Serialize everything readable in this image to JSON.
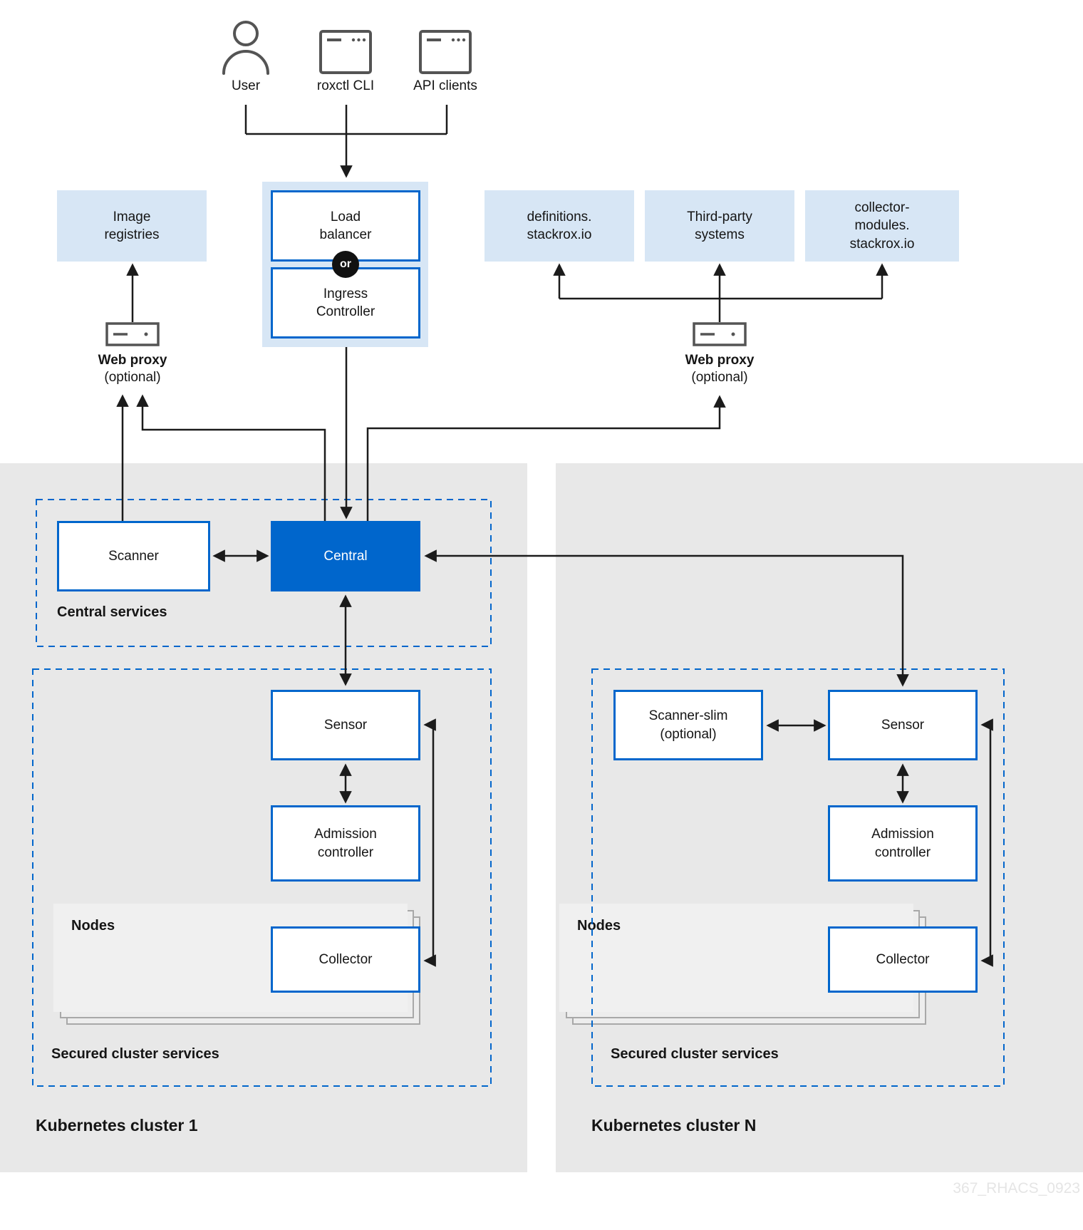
{
  "actors": {
    "user": "User",
    "roxctl": "roxctl CLI",
    "api": "API clients"
  },
  "entry": {
    "load_balancer": "Load\nbalancer",
    "or_label": "or",
    "ingress_controller": "Ingress\nController"
  },
  "external": {
    "image_registries": "Image\nregistries",
    "definitions": "definitions.\nstackrox.io",
    "third_party": "Third-party\nsystems",
    "collector_modules": "collector-\nmodules.\nstackrox.io"
  },
  "web_proxy_left": {
    "label": "Web proxy",
    "optional": "(optional)"
  },
  "web_proxy_right": {
    "label": "Web proxy",
    "optional": "(optional)"
  },
  "central_services": {
    "title": "Central services",
    "scanner": "Scanner",
    "central": "Central"
  },
  "cluster1": {
    "title": "Kubernetes cluster 1",
    "secured_title": "Secured cluster services",
    "sensor": "Sensor",
    "admission_controller": "Admission\ncontroller",
    "nodes": "Nodes",
    "collector": "Collector"
  },
  "clusterN": {
    "title": "Kubernetes cluster N",
    "secured_title": "Secured cluster services",
    "scanner_slim": "Scanner-slim\n(optional)",
    "sensor": "Sensor",
    "admission_controller": "Admission\ncontroller",
    "nodes": "Nodes",
    "collector": "Collector"
  },
  "watermark": "367_RHACS_0923",
  "colors": {
    "accent_blue": "#0066cc",
    "light_blue": "#d7e6f5",
    "panel_gray": "#e8e8e8",
    "nodes_gray": "#f0f0f0",
    "line_black": "#1b1b1b",
    "icon_gray": "#545454"
  }
}
